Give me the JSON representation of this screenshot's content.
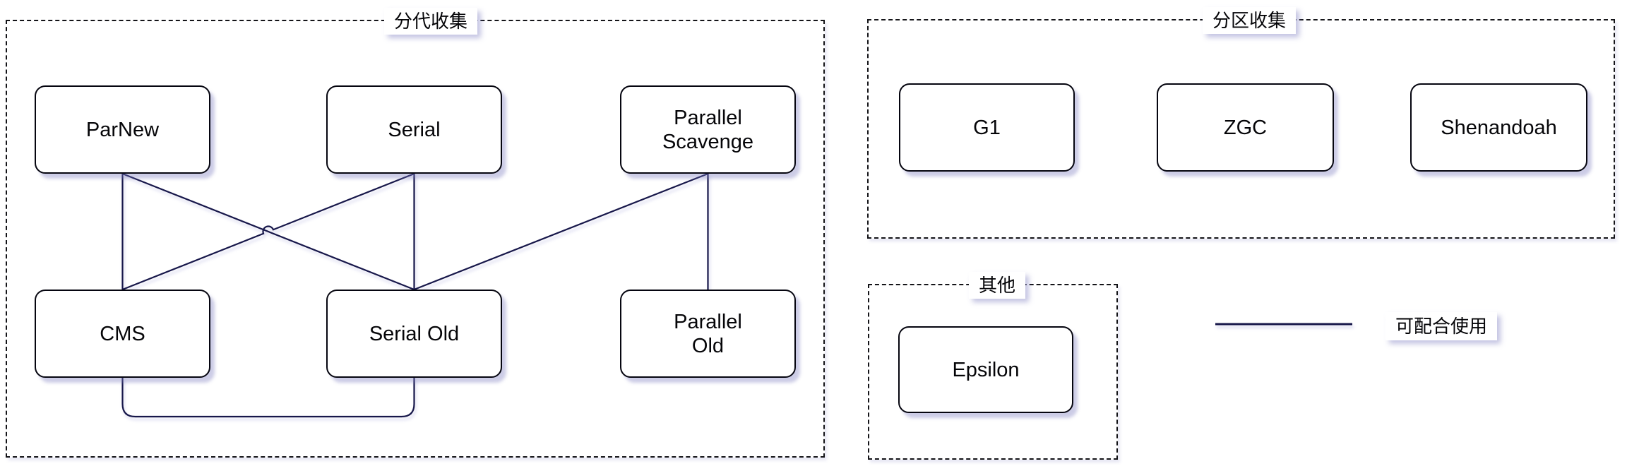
{
  "groups": {
    "generational": {
      "title": "分代收集",
      "nodes": [
        {
          "label": "ParNew"
        },
        {
          "label": "Serial"
        },
        {
          "label": "Parallel\nScavenge"
        },
        {
          "label": "CMS"
        },
        {
          "label": "Serial Old"
        },
        {
          "label": "Parallel\nOld"
        }
      ]
    },
    "regional": {
      "title": "分区收集",
      "nodes": [
        {
          "label": "G1"
        },
        {
          "label": "ZGC"
        },
        {
          "label": "Shenandoah"
        }
      ]
    },
    "other": {
      "title": "其他",
      "nodes": [
        {
          "label": "Epsilon"
        }
      ]
    }
  },
  "connections": [
    {
      "from": "ParNew",
      "to": "CMS"
    },
    {
      "from": "ParNew",
      "to": "Serial Old"
    },
    {
      "from": "Serial",
      "to": "CMS"
    },
    {
      "from": "Serial",
      "to": "Serial Old"
    },
    {
      "from": "Parallel Scavenge",
      "to": "Serial Old"
    },
    {
      "from": "Parallel Scavenge",
      "to": "Parallel Old"
    },
    {
      "from": "CMS",
      "to": "Serial Old"
    }
  ],
  "legend": {
    "line_meaning": "可配合使用"
  },
  "colors": {
    "connector": "#17174a",
    "box_border": "#05050f",
    "shadow": "#b8b8dc",
    "background": "#ffffff"
  }
}
